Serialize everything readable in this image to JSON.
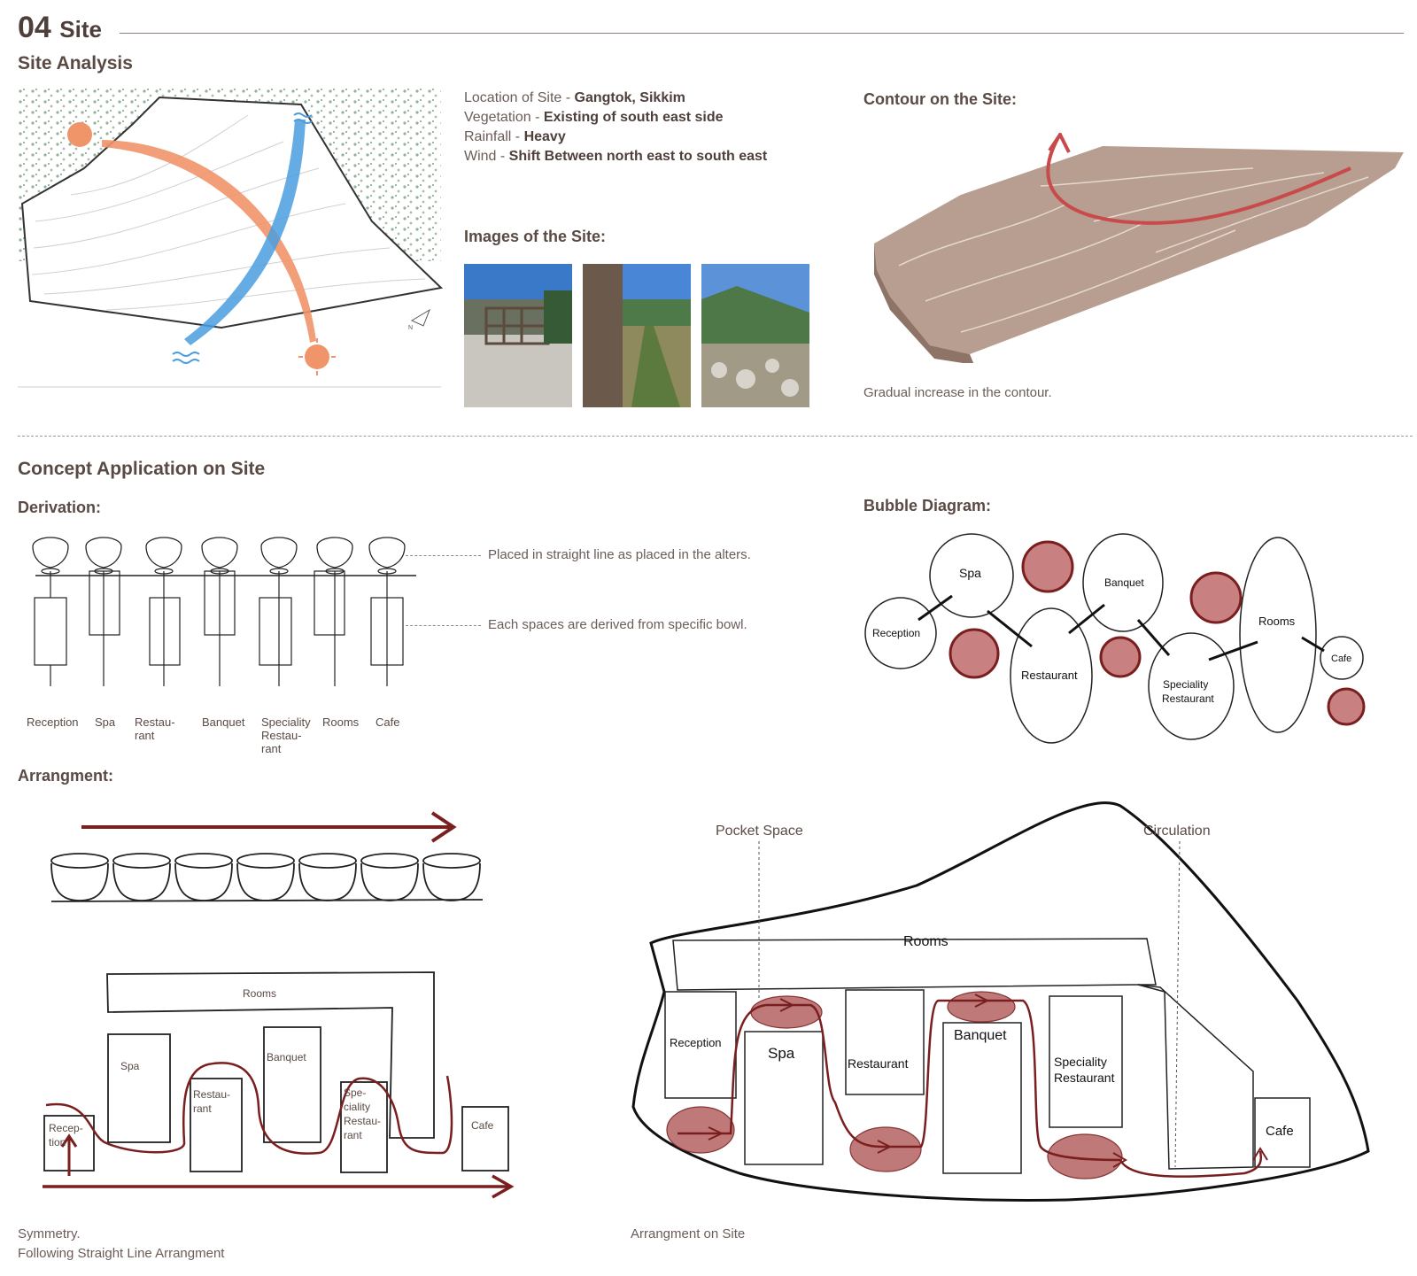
{
  "header": {
    "number": "04",
    "title": "Site",
    "subtitle": "Site Analysis"
  },
  "site_info": [
    {
      "key": "Location of Site - ",
      "value": "Gangtok, Sikkim"
    },
    {
      "key": "Vegetation - ",
      "value": "Existing of south east side"
    },
    {
      "key": "Rainfall - ",
      "value": "Heavy"
    },
    {
      "key": "Wind - ",
      "value": "Shift Between north east to south east"
    }
  ],
  "images_heading": "Images of the Site:",
  "contour": {
    "heading": "Contour on the Site:",
    "caption": "Gradual increase in the contour."
  },
  "compass": {
    "north_label": "N"
  },
  "concept": {
    "heading": "Concept Application on Site"
  },
  "derivation": {
    "heading": "Derivation:",
    "note_line": "Placed in straight line as placed in the alters.",
    "note_bowl": "Each spaces are derived from specific bowl.",
    "labels": [
      [
        "Reception"
      ],
      [
        "Spa"
      ],
      [
        "Restau-",
        "rant"
      ],
      [
        "Banquet"
      ],
      [
        "Speciality",
        "Restau-",
        "rant"
      ],
      [
        "Rooms"
      ],
      [
        "Cafe"
      ]
    ]
  },
  "bubble": {
    "heading": "Bubble Diagram:",
    "spa": "Spa",
    "reception": "Reception",
    "restaurant": "Restaurant",
    "banquet": "Banquet",
    "speciality_1": "Speciality",
    "speciality_2": "Restaurant",
    "rooms": "Rooms",
    "cafe": "Cafe"
  },
  "arrangement": {
    "heading": "Arrangment:",
    "rooms": "Rooms",
    "spa": "Spa",
    "restaurant": [
      "Restau-",
      "rant"
    ],
    "banquet": "Banquet",
    "speciality": [
      "Spe-",
      "ciality",
      "Restau-",
      "rant"
    ],
    "reception": [
      "Recep-",
      "tion"
    ],
    "cafe": "Cafe",
    "caption_1": "Symmetry.",
    "caption_2": "Following Straight Line Arrangment"
  },
  "site_plan": {
    "pocket_space": "Pocket Space",
    "circulation": "Circulation",
    "rooms": "Rooms",
    "reception": "Reception",
    "spa": "Spa",
    "restaurant": "Restaurant",
    "banquet": "Banquet",
    "speciality_1": "Speciality",
    "speciality_2": "Restaurant",
    "cafe": "Cafe",
    "caption": "Arrangment on Site"
  },
  "colors": {
    "accent": "#7a1f1f",
    "sun": "#f0946a",
    "water": "#4a9de0",
    "text": "#5a4a44",
    "terrain": "#b79e90",
    "pocket": "#b96b6b"
  }
}
